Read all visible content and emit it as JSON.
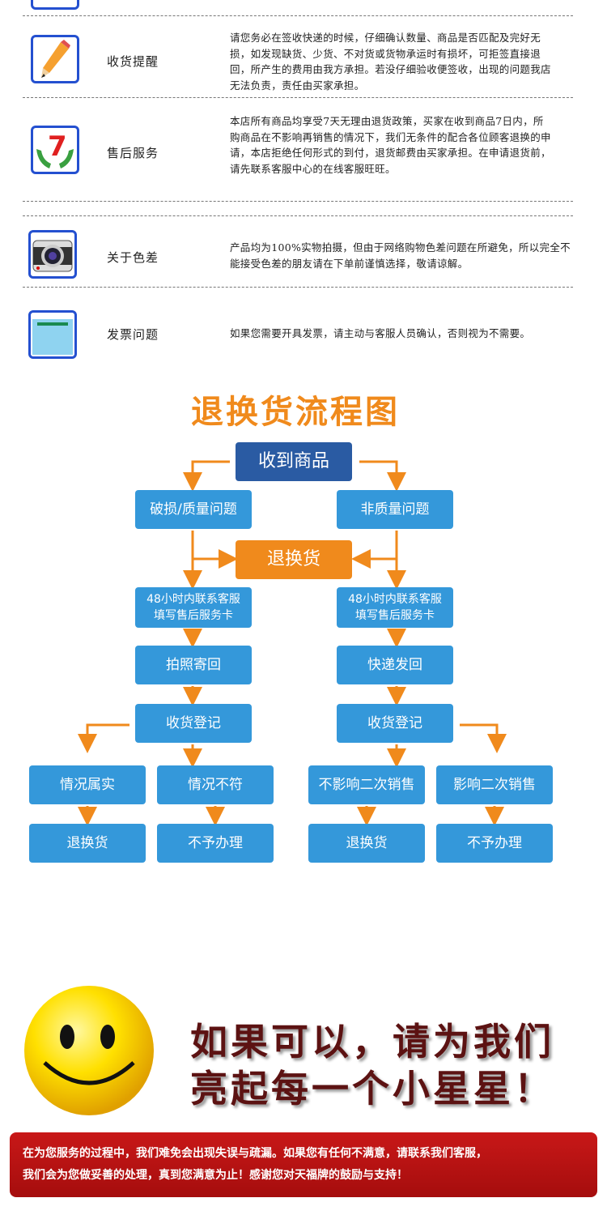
{
  "policies": [
    {
      "icon": "pencil-icon",
      "label": "收货提醒",
      "text": "请您务必在签收快递的时候，仔细确认数量、商品是否匹配及完好无损，如发现缺货、少货、不对货或货物承运时有损坏，可拒签直接退回，所产生的费用由我方承担。若没仔细验收便签收，出现的问题我店无法负责，责任由买家承担。"
    },
    {
      "icon": "hands-seven-icon",
      "label": "售后服务",
      "text": "本店所有商品均享受7天无理由退货政策，买家在收到商品7日内，所购商品在不影响再销售的情况下，我们无条件的配合各位顾客退换的申请，本店拒绝任何形式的到付，退货邮费由买家承担。在申请退货前，请先联系客服中心的在线客服旺旺。"
    },
    {
      "icon": "camera-icon",
      "label": "关于色差",
      "text": "产品均为100%实物拍摄，但由于网络购物色差问题在所避免，所以完全不能接受色差的朋友请在下单前谨慎选择，敬请谅解。"
    },
    {
      "icon": "invoice-icon",
      "label": "发票问题",
      "text": "如果您需要开具发票，请主动与客服人员确认，否则视为不需要。"
    }
  ],
  "flow": {
    "title": "退换货流程图",
    "start": "收到商品",
    "left_issue": "破损/质量问题",
    "right_issue": "非质量问题",
    "exchange": "退换货",
    "contact_line1": "48小时内联系客服",
    "contact_line2": "填写售后服务卡",
    "left_send": "拍照寄回",
    "right_send": "快递发回",
    "register": "收货登记",
    "outcomes": [
      "情况属实",
      "情况不符",
      "不影响二次销售",
      "影响二次销售"
    ],
    "results": [
      "退换货",
      "不予办理",
      "退换货",
      "不予办理"
    ]
  },
  "slogan": {
    "line1": "如果可以，请为我们",
    "line2": "亮起每一个小星星！"
  },
  "banner": {
    "line1": "在为您服务的过程中，我们难免会出现失误与疏漏。如果您有任何不满意，请联系我们客服，",
    "line2": "我们会为您做妥善的处理，真到您满意为止！感谢您对天福牌的鼓励与支持！"
  },
  "colors": {
    "accent": "#f08a1c",
    "box": "#3498da",
    "start": "#2a5ba3",
    "banner": "#b81212",
    "slogan": "#5c1212"
  }
}
